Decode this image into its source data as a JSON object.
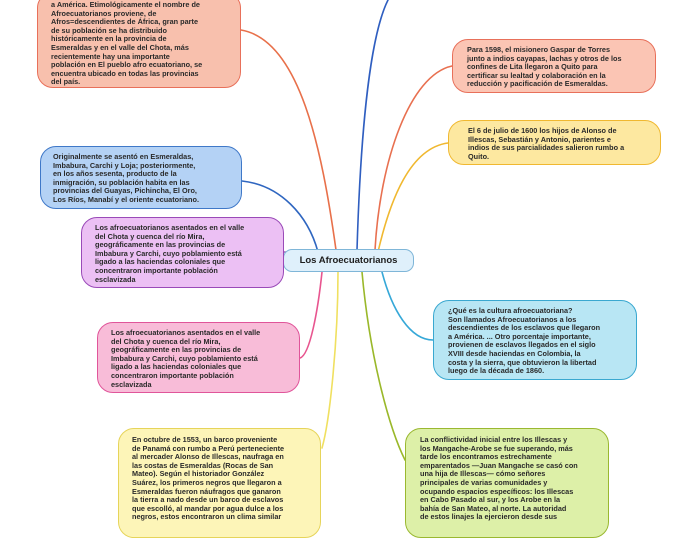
{
  "central_topic": "Los Afroecuatorianos",
  "nodes": {
    "etymology": "a América. Etimológicamente el nombre de\nAfroecuatorianos proviene, de\nAfros=descendientes de África, gran parte\nde su población se ha distribuido\nhistóricamente en la provincia de\nEsmeraldas y en el valle del Chota, más\nrecientemente hay una importante\npoblación en El pueblo afro ecuatoriano, se\nencuentra ubicado en todas las provincias\ndel país.",
    "settlement": "Originalmente se asentó en Esmeraldas,\nImbabura, Carchi y Loja; posteriormente,\nen los años sesenta, producto de la\ninmigración, su población habita en las\nprovincias del Guayas, Pichincha, El Oro,\nLos Ríos, Manabí y el oriente ecuatoriano.",
    "mira_valley_1": "Los afroecuatorianos asentados en el valle\ndel Chota y cuenca del río Mira,\ngeográficamente en las provincias de\nImbabura y Carchi, cuyo poblamiento está\nligado a las haciendas coloniales que\nconcentraron importante población\nesclavizada",
    "mira_valley_2": "Los afroecuatorianos asentados en el valle\ndel Chota y cuenca del río Mira,\ngeográficamente en las provincias de\nImbabura y Carchi, cuyo poblamiento está\nligado a las haciendas coloniales que\nconcentraron importante población\nesclavizada",
    "shipwreck_1553": "En octubre de 1553, un barco proveniente\nde Panamá con rumbo a Perú perteneciente\nal mercader Alonso de Illescas, naufraga en\nlas costas de Esmeraldas (Rocas de San\nMateo). Según el historiador González\nSuárez, los primeros negros que llegaron a\nEsmeraldas fueron náufragos que ganaron\nla tierra a nado desde un barco de esclavos\nque escolló, al mandar por agua dulce a los\nnegros, estos encontraron un clima similar",
    "missionary_1598": "Para 1598, el misionero Gaspar de Torres\njunto a indios cayapas, lachas y otros de los\nconfines de Lita llegaron a Quito para\ncertificar su lealtad y colaboración en la\nreducción y pacificación de Esmeraldas.",
    "july_1600": "El 6 de julio de 1600 los hijos de Alonso de\nIllescas, Sebastián y Antonio, parientes e\nindios de sus parcialidades salieron rumbo a\nQuito.",
    "culture": "¿Qué es la cultura afroecuatoriana?\nSon llamados Afroecuatorianos a los\ndescendientes de los esclavos que llegaron\na América. ... Otro porcentaje importante,\nprovienen de esclavos llegados en el siglo\nXVIII desde haciendas en Colombia, la\ncosta y la sierra, que obtuvieron la libertad\nluego de la década de 1860.",
    "conflict": "La conflictividad inicial entre los Illescas y\nlos Mangache-Arobe se fue superando, más\ntarde los encontramos estrechamente\nemparentados —Juan Mangache se casó con\nuna hija de Illescas— cómo señores\nprincipales de varias comunidades y\nocupando espacios específicos: los Illescas\nen Cabo Pasado al sur, y los Arobe en la\nbahía de San Mateo, al norte. La autoridad\nde estos linajes la ejercieron desde sus"
  },
  "colors": {
    "etymology": {
      "fill": "#f8c0ad",
      "border": "#e8705a",
      "line": "#e8704a"
    },
    "settlement": {
      "fill": "#b4d2f5",
      "border": "#3f78c8",
      "line": "#2f66c0"
    },
    "mira_valley_1": {
      "fill": "#ecc0f4",
      "border": "#9a4ab8",
      "line": "#9b59b6"
    },
    "mira_valley_2": {
      "fill": "#f8bcd8",
      "border": "#e0559a",
      "line": "#e8558f"
    },
    "shipwreck_1553": {
      "fill": "#fdf5b8",
      "border": "#e6d45a",
      "line": "#f0e060"
    },
    "missionary_1598": {
      "fill": "#fbc5b4",
      "border": "#e8705a",
      "line": "#e87050"
    },
    "july_1600": {
      "fill": "#fde8a0",
      "border": "#f0b830",
      "line": "#f0b830"
    },
    "culture": {
      "fill": "#b8e6f4",
      "border": "#3aa8d0",
      "line": "#36a8d8"
    },
    "conflict": {
      "fill": "#ddf0a8",
      "border": "#9ab830",
      "line": "#9ab82a"
    },
    "top_branch": {
      "line": "#2f5ec0"
    }
  }
}
